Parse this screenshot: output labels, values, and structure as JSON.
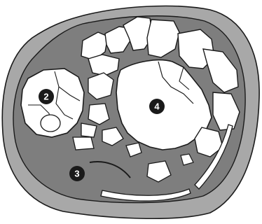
{
  "colors": {
    "outer_ring": "#a8a8a8",
    "inner_region": "#7e7e7e",
    "fragment": "#ffffff",
    "stroke": "#1a1a1a",
    "badge": "#1a1a1a",
    "badge_text": "#ffffff"
  },
  "callouts": [
    {
      "id": "callout-2",
      "label": "2"
    },
    {
      "id": "callout-3",
      "label": "3"
    },
    {
      "id": "callout-4",
      "label": "4"
    }
  ]
}
